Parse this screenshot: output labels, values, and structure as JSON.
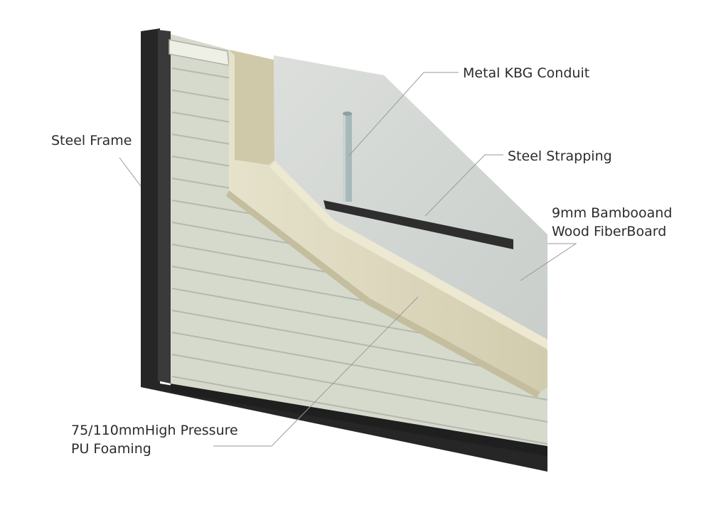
{
  "labels": {
    "steel_frame": "Steel Frame",
    "conduit": "Metal KBG Conduit",
    "strapping": "Steel Strapping",
    "board_line1": "9mm Bambooand",
    "board_line2": "Wood FiberBoard",
    "foam_line1": "75/110mmHigh Pressure",
    "foam_line2": "PU Foaming"
  },
  "colors": {
    "frame": "#2a2a2a",
    "siding": "#d9ddd0",
    "foam": "#ddd8bf",
    "board": "#d3d8d4",
    "strap": "#2f2f2f",
    "conduit": "#a8b8b8",
    "leader": "#9a9a9a"
  }
}
